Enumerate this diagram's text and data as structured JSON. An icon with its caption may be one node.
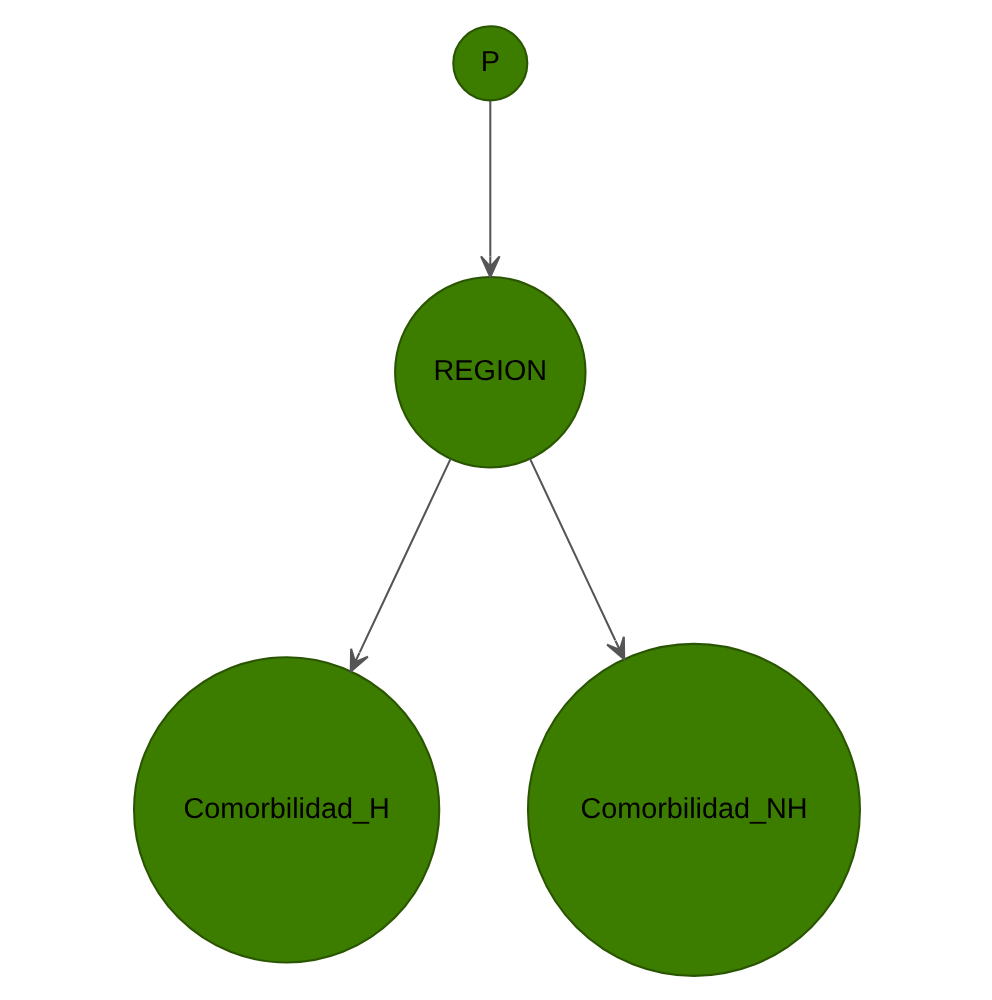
{
  "diagram": {
    "nodes": [
      {
        "text": [
          "P"
        ]
      },
      {
        "text": [
          "REGION"
        ]
      },
      {
        "text": [
          "Comorbilidad_H"
        ]
      },
      {
        "text": [
          "Comorbilidad_NH"
        ]
      }
    ],
    "edges": [
      {
        "from": 0,
        "to": 1,
        "arrow": "to"
      },
      {
        "from": 1,
        "to": 2,
        "arrow": "to"
      },
      {
        "from": 1,
        "to": 3,
        "arrow": "to"
      }
    ]
  }
}
